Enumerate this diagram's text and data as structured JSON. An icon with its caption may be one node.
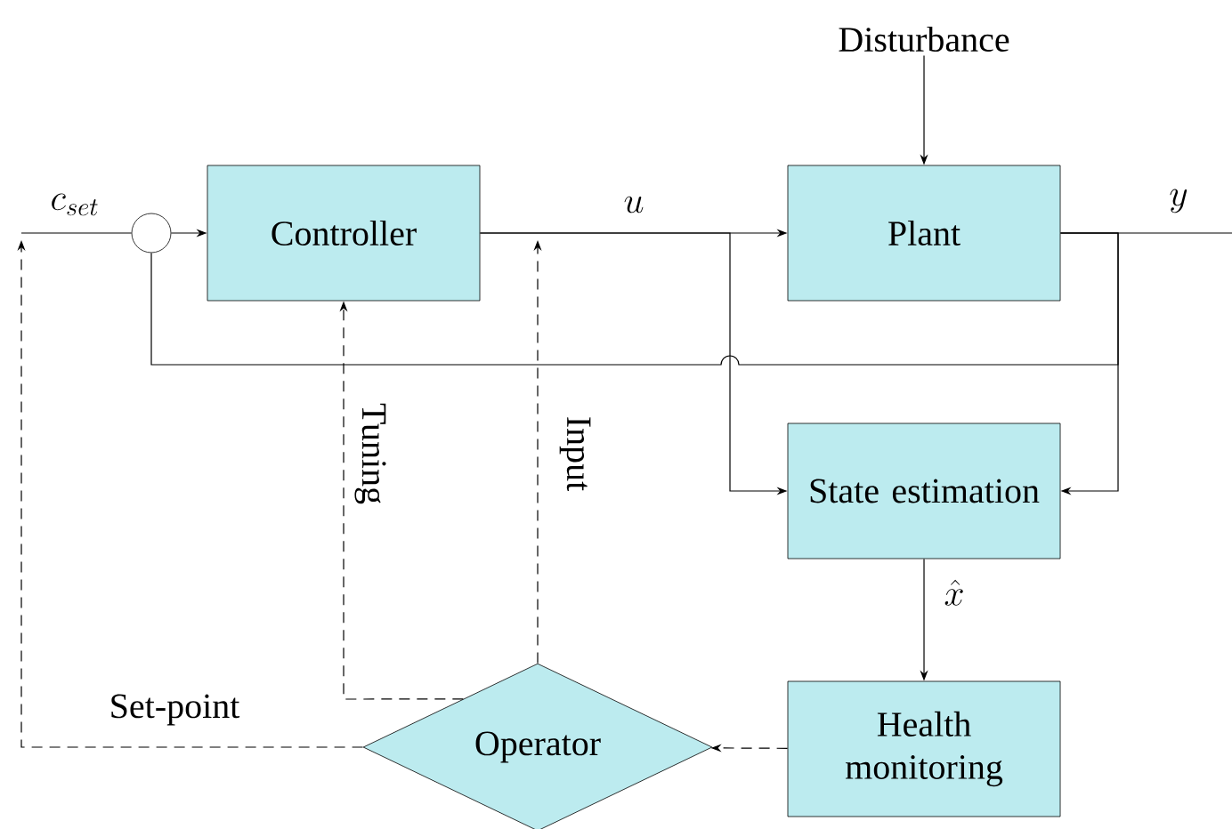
{
  "diagram": {
    "nodes": [
      {
        "text": [
          "Disturbance"
        ]
      },
      {
        "text": [],
        "shape": "circle"
      },
      {
        "text": [
          "Controller"
        ]
      },
      {
        "text": [
          "Plant"
        ]
      },
      {
        "text": [
          "State estimation"
        ]
      },
      {
        "text": [
          "Health monitoring"
        ]
      },
      {
        "text": [
          "Operator"
        ]
      }
    ],
    "edges": [
      {
        "from": 0,
        "to": 3,
        "arrow": "to"
      },
      {
        "from": null,
        "to": 1,
        "arrow": "none",
        "label": "c_{set}"
      },
      {
        "from": 1,
        "to": 2,
        "arrow": "to"
      },
      {
        "from": 2,
        "to": 3,
        "arrow": "to",
        "label": "u"
      },
      {
        "from": 2,
        "to": 4,
        "arrow": "to"
      },
      {
        "from": 3,
        "to": null,
        "arrow": "none",
        "label": "y"
      },
      {
        "from": 3,
        "to": 4,
        "arrow": "to"
      },
      {
        "from": 3,
        "to": 1,
        "arrow": "none"
      },
      {
        "from": 4,
        "to": 5,
        "arrow": "to",
        "label": "\\hat{x}"
      },
      {
        "from": 5,
        "to": 6,
        "arrow": "to",
        "style": "dashed"
      },
      {
        "from": 6,
        "to": 2,
        "arrow": "to",
        "style": "dashed",
        "label": "Tuning"
      },
      {
        "from": 6,
        "to": null,
        "arrow": "to",
        "style": "dashed",
        "label": "Input"
      },
      {
        "from": 6,
        "to": null,
        "arrow": "to",
        "style": "dashed",
        "label": "Set-point"
      }
    ]
  }
}
